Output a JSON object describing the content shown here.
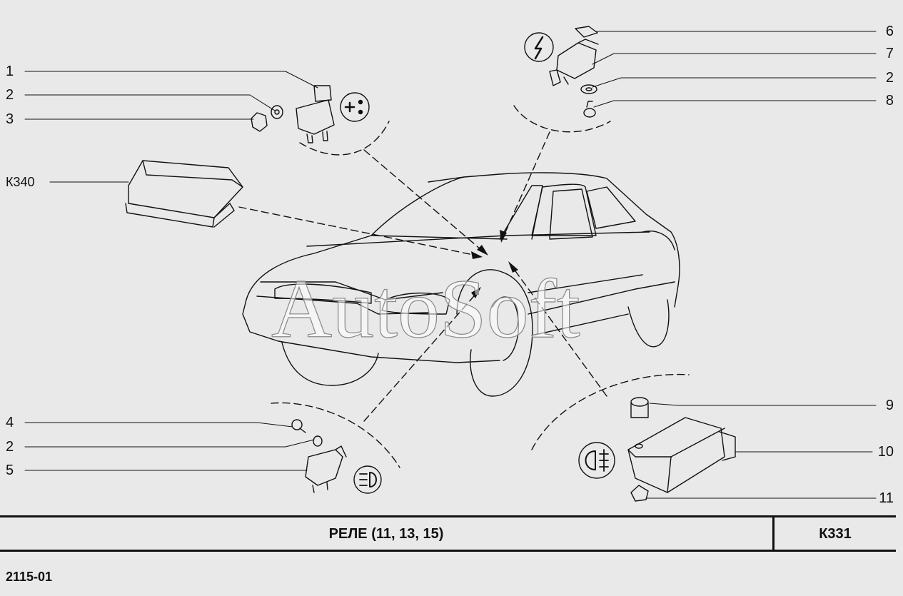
{
  "watermark": "AutoSoft",
  "callouts": {
    "left": [
      {
        "label": "1"
      },
      {
        "label": "2"
      },
      {
        "label": "3"
      },
      {
        "label": "К340"
      },
      {
        "label": "4"
      },
      {
        "label": "2"
      },
      {
        "label": "5"
      }
    ],
    "right": [
      {
        "label": "6"
      },
      {
        "label": "7"
      },
      {
        "label": "2"
      },
      {
        "label": "8"
      },
      {
        "label": "9"
      },
      {
        "label": "10"
      },
      {
        "label": "11"
      }
    ]
  },
  "title_block": {
    "title": "РЕЛЕ  (11, 13, 15)",
    "code": "К331"
  },
  "footer": {
    "model": "2115-01"
  },
  "colors": {
    "line": "#111111",
    "background": "#e9e9e9",
    "watermark_fill": "#ffffff"
  },
  "icons": [
    "fan-icon",
    "lightning-icon",
    "fog-lamp-icon",
    "headlight-fog-icon"
  ]
}
